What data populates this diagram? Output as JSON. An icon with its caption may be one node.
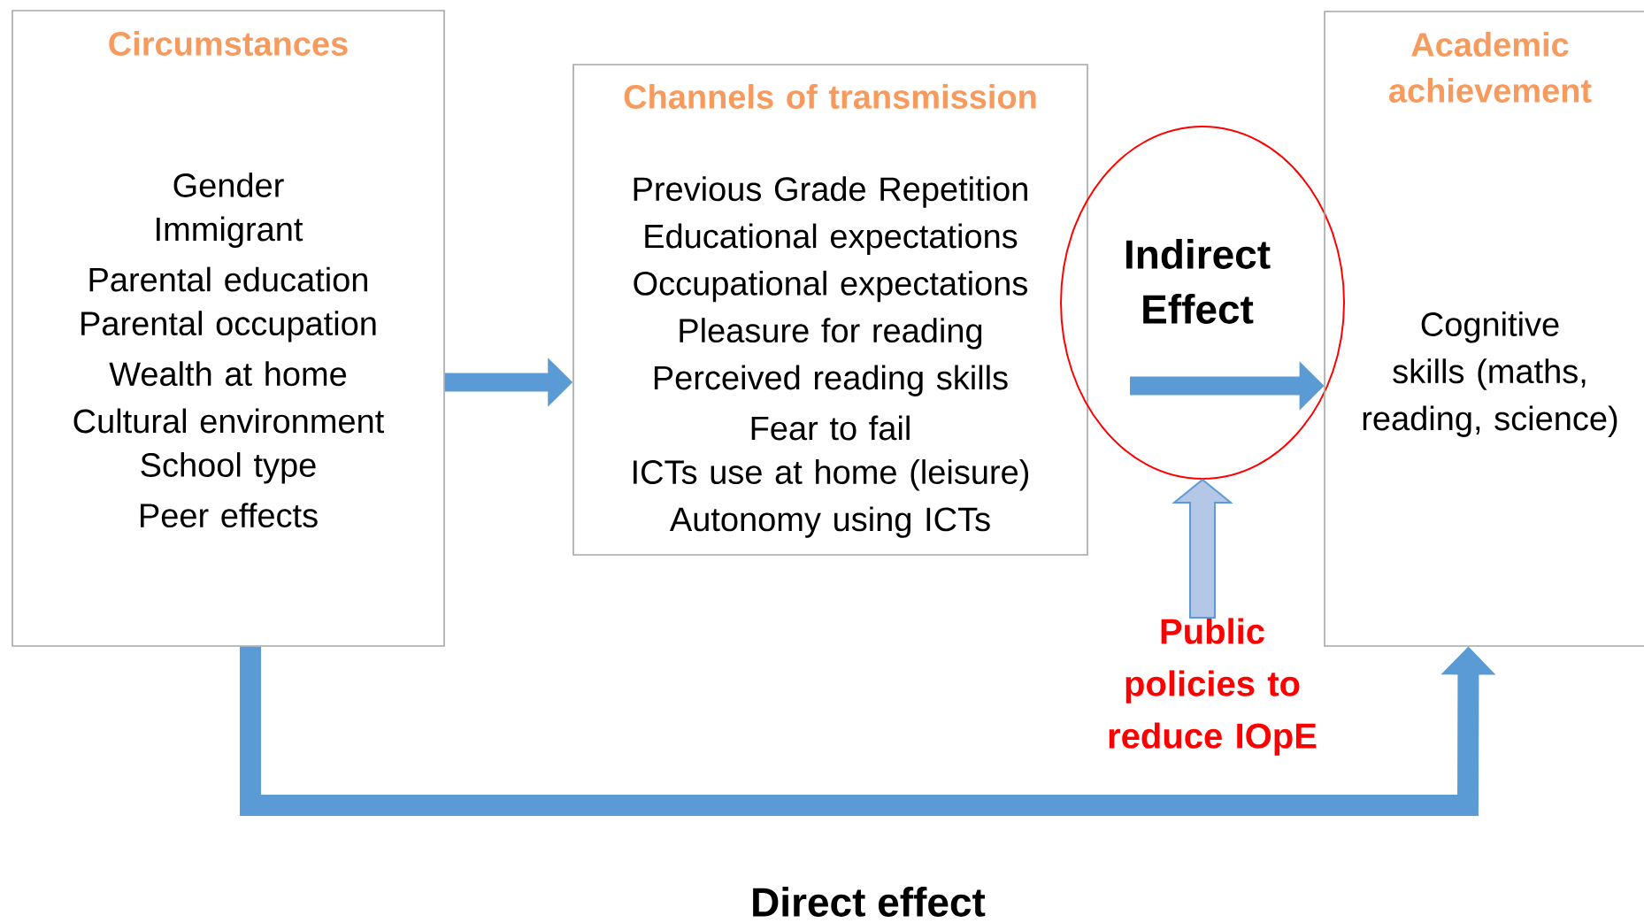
{
  "diagram": {
    "nodes": [
      {
        "text": [
          "Circumstances",
          "Gender",
          "Immigrant",
          "Parental education",
          "Parental occupation",
          "Wealth at home",
          "Cultural environment",
          "School type",
          "Peer effects"
        ]
      },
      {
        "text": [
          "Channels of transmission",
          "Previous Grade Repetition",
          "Educational expectations",
          "Occupational expectations",
          "Pleasure for reading",
          "Perceived reading skills",
          "Fear to fail",
          "ICTs use at home (leisure)",
          "Autonomy using ICTs"
        ]
      },
      {
        "text": [
          "Indirect Effect"
        ]
      },
      {
        "text": [
          "Academic achievement",
          "Cognitive skills (maths, reading, science)"
        ]
      },
      {
        "text": [
          "Public policies to reduce IOpE"
        ]
      }
    ],
    "edges": [
      {
        "from": 0,
        "to": 1,
        "arrow": "to"
      },
      {
        "from": 0,
        "to": 3,
        "arrow": "to",
        "label": "Direct effect"
      },
      {
        "from": 2,
        "to": 3,
        "arrow": "to"
      },
      {
        "from": 4,
        "to": 2,
        "arrow": "to",
        "color": "#b4c7e7"
      }
    ]
  }
}
